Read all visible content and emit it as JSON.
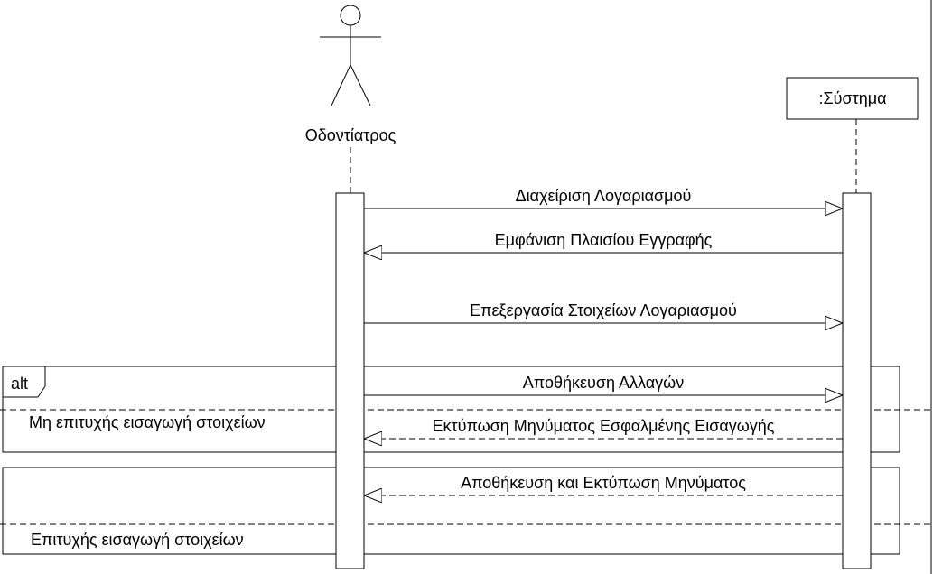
{
  "participants": {
    "actor": {
      "name": "Οδοντίατρος",
      "icon": "stick-figure-actor-icon"
    },
    "system": {
      "name": ":Σύστημα"
    }
  },
  "messages": [
    {
      "label": "Διαχείριση Λογαριασμού",
      "direction": "actor-to-system",
      "style": "solid"
    },
    {
      "label": "Εμφάνιση Πλαισίου Εγγραφής",
      "direction": "system-to-actor",
      "style": "solid"
    },
    {
      "label": "Επεξεργασία Στοιχείων Λογαριασμού",
      "direction": "actor-to-system",
      "style": "solid"
    },
    {
      "label": "Αποθήκευση Αλλαγών",
      "direction": "actor-to-system",
      "style": "solid"
    },
    {
      "label": "Εκτύπωση Μηνύματος Εσφαλμένης Εισαγωγής",
      "direction": "system-to-actor",
      "style": "dashed"
    },
    {
      "label": "Αποθήκευση και Εκτύπωση Μηνύματος",
      "direction": "system-to-actor",
      "style": "dashed"
    }
  ],
  "fragments": [
    {
      "operator": "alt",
      "guard": "Μη επιτυχής εισαγωγή στοιχείων"
    },
    {
      "operator": "",
      "guard": "Επιτυχής εισαγωγή στοιχείων"
    }
  ]
}
